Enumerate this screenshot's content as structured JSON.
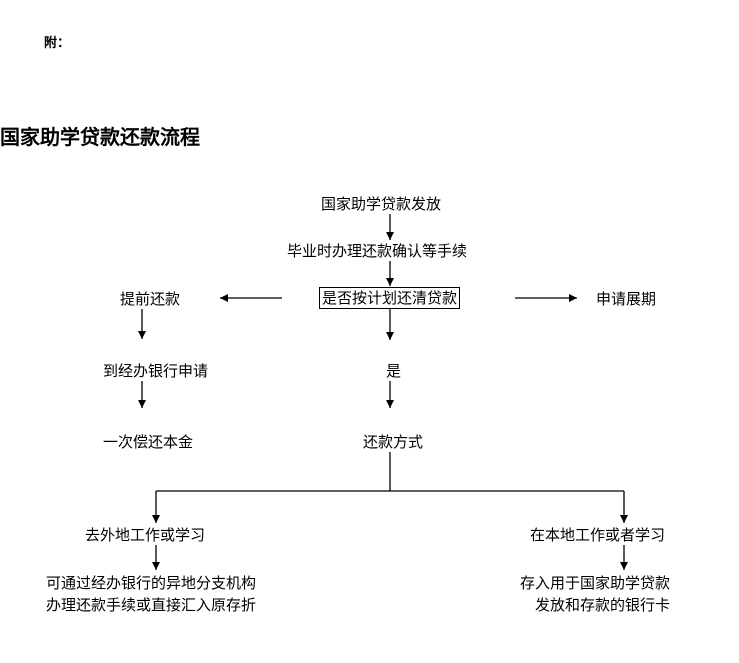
{
  "header": {
    "attachment_label": "附："
  },
  "title": "国家助学贷款还款流程",
  "nodes": {
    "disburse": "国家助学贷款发放",
    "graduation": "毕业时办理还款确认等手续",
    "decision": "是否按计划还清贷款",
    "early_repay": "提前还款",
    "extension": "申请展期",
    "apply_bank": "到经办银行申请",
    "yes": "是",
    "one_time": "一次偿还本金",
    "method": "还款方式",
    "away": "去外地工作或学习",
    "local": "在本地工作或者学习",
    "away_desc": "可通过经办银行的异地分支机构\n办理还款手续或直接汇入原存折",
    "local_desc": "存入用于国家助学贷款\n发放和存款的银行卡"
  }
}
